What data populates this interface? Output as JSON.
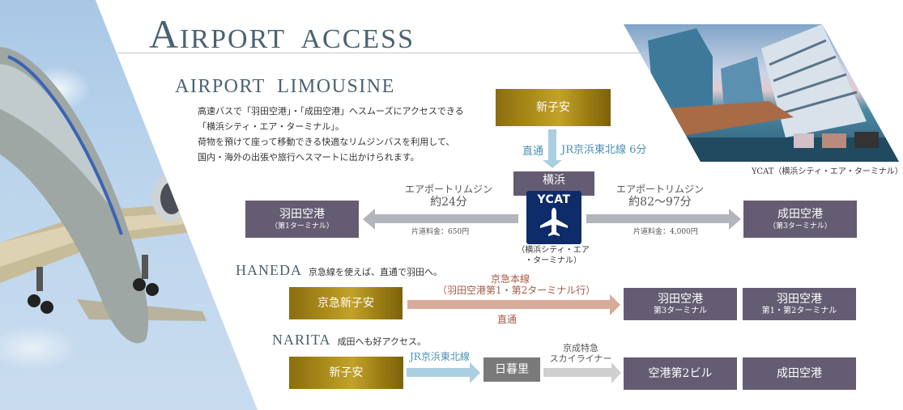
{
  "title": {
    "cap": "A",
    "rest": "IRPORT  ACCESS"
  },
  "limousine": {
    "heading": "AIRPORT  LIMOUSINE",
    "desc": [
      "高速バスで「羽田空港」・「成田空港」へスムーズにアクセスできる",
      "「横浜シティ・エア・ターミナル」。",
      "荷物を預けて座って移動できる快適なリムジンバスを利用して、",
      "国内・海外の出張や旅行へスマートに出かけられます。"
    ],
    "start_station": "新子安",
    "direct_label": "直通",
    "line_label": "JR京浜東北線 6分",
    "hub": {
      "name": "横浜",
      "sign": "YCAT",
      "sign_icon": "airplane-icon",
      "caption_line1": "（横浜シティ・エア",
      "caption_line2": "・ターミナル）"
    },
    "to_haneda": {
      "service": "エアポートリムジン",
      "time": "約24分",
      "fare": "片道料金：650円",
      "dest_name": "羽田空港",
      "dest_sub": "（第1ターミナル）"
    },
    "to_narita": {
      "service": "エアポートリムジン",
      "time": "約82〜97分",
      "fare": "片道料金：4,000円",
      "dest_name": "成田空港",
      "dest_sub": "（第3ターミナル）"
    }
  },
  "photo_caption": "YCAT（横浜シティ・エア・ターミナル）",
  "haneda": {
    "heading": "HANEDA",
    "tagline": "京急線を使えば、直通で羽田へ。",
    "start_station": "京急新子安",
    "line_label": "京急本線",
    "line_sub": "（羽田空港第1・第2ターミナル行）",
    "direct_label": "直通",
    "dest1_name": "羽田空港",
    "dest1_sub": "第3ターミナル",
    "dest2_name": "羽田空港",
    "dest2_sub": "第1・第2ターミナル"
  },
  "narita": {
    "heading": "NARITA",
    "tagline": "成田へも好アクセス。",
    "start_station": "新子安",
    "line1_label": "JR京浜東北線",
    "transfer_station": "日暮里",
    "line2_label_1": "京成特急",
    "line2_label_2": "スカイライナー",
    "dest1_name": "空港第2ビル",
    "dest2_name": "成田空港"
  },
  "colors": {
    "heading": "#4a6272",
    "gold": "#a88a1a",
    "slate": "#645c72",
    "jr_blue": "#a9cfe0",
    "keikyu_pink": "#d8aa9a",
    "limo_grey": "#b4b4bc",
    "ycat_navy": "#0f2c6a"
  }
}
